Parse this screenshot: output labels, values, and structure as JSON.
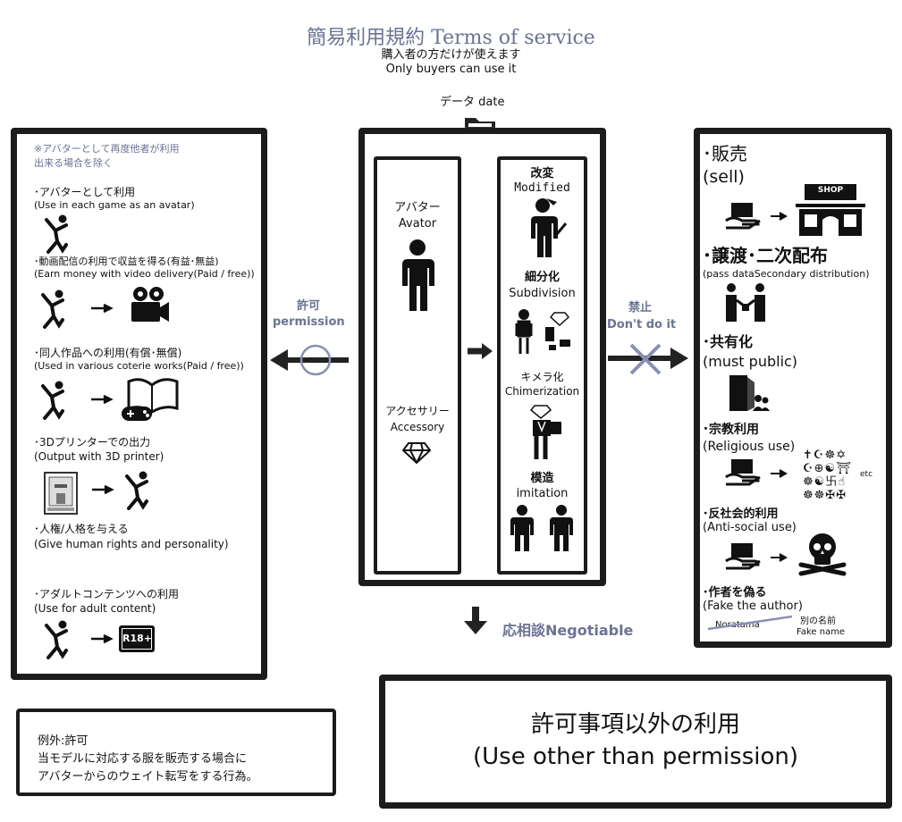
{
  "header": {
    "title": "簡易利用規約 Terms of service",
    "subtitle_jp": "購入者の方だけが使えます",
    "subtitle_en": "Only buyers can use it"
  },
  "data_label": "データ date",
  "left_panel": {
    "note_line1": "※アバターとして再度他者が利用",
    "note_line2": "出来る場合を除く",
    "items": [
      {
        "jp": "･アバターとして利用",
        "en": "(Use in each game as an avatar)"
      },
      {
        "jp": "･動画配信の利用で収益を得る(有益･無益)",
        "en": "(Earn money with video delivery(Paid / free))"
      },
      {
        "jp": "･同人作品への利用(有償･無償)",
        "en": "(Used in various coterie works(Paid / free))"
      },
      {
        "jp": "･3Dプリンターでの出力",
        "en": "(Output with 3D printer)"
      },
      {
        "jp": "･人権/人格を与える",
        "en": "(Give human rights and personality)"
      },
      {
        "jp": "･アダルトコンテンツへの利用",
        "en": "(Use for adult content)"
      }
    ],
    "r18_label": "R18+"
  },
  "permission": {
    "jp": "許可",
    "en": "permission"
  },
  "prohibited": {
    "jp": "禁止",
    "en": "Don't do it"
  },
  "center_panel": {
    "avatar_jp": "アバター",
    "avatar_en": "Avator",
    "accessory_jp": "アクセサリー",
    "accessory_en": "Accessory",
    "modified_jp": "改変",
    "modified_en": "Modified",
    "subdivision_jp": "細分化",
    "subdivision_en": "Subdivision",
    "chimera_jp": "キメラ化",
    "chimera_en": "Chimerization",
    "imitation_jp": "模造",
    "imitation_en": "imitation"
  },
  "negotiable": "応相談Negotiable",
  "right_panel": {
    "sell_jp": "･販売",
    "sell_en": "(sell)",
    "shop_sign": "SHOP",
    "transfer_jp": "･譲渡･二次配布",
    "transfer_en": "(pass dataSecondary distribution)",
    "public_jp": "･共有化",
    "public_en": "(must public)",
    "religious_jp": "･宗教利用",
    "religious_en": "(Religious use)",
    "religious_symbols_row1": "✝☪☸✡",
    "religious_symbols_row2": "☪⊕☯⛩",
    "religious_symbols_row3": "☸☯卐☝",
    "religious_symbols_row4": "☸☸✠✠",
    "etc": "etc",
    "antisocial_jp": "･反社会的利用",
    "antisocial_en": "(Anti-social use)",
    "fake_jp": "･作者を偽る",
    "fake_en": "(Fake the author)",
    "fake_original": "Noratama",
    "fake_other_jp": "別の名前",
    "fake_other_en": "Fake name"
  },
  "exception": {
    "line1": "例外:許可",
    "line2": "当モデルに対応する服を販売する場合に",
    "line3": "アバターからのウェイト転写をする行為。"
  },
  "other_use": {
    "jp": "許可事項以外の利用",
    "en": "(Use other than permission)"
  },
  "colors": {
    "accent": "#6b7393",
    "line": "#1c1c1c",
    "cross": "#8a90b3"
  }
}
